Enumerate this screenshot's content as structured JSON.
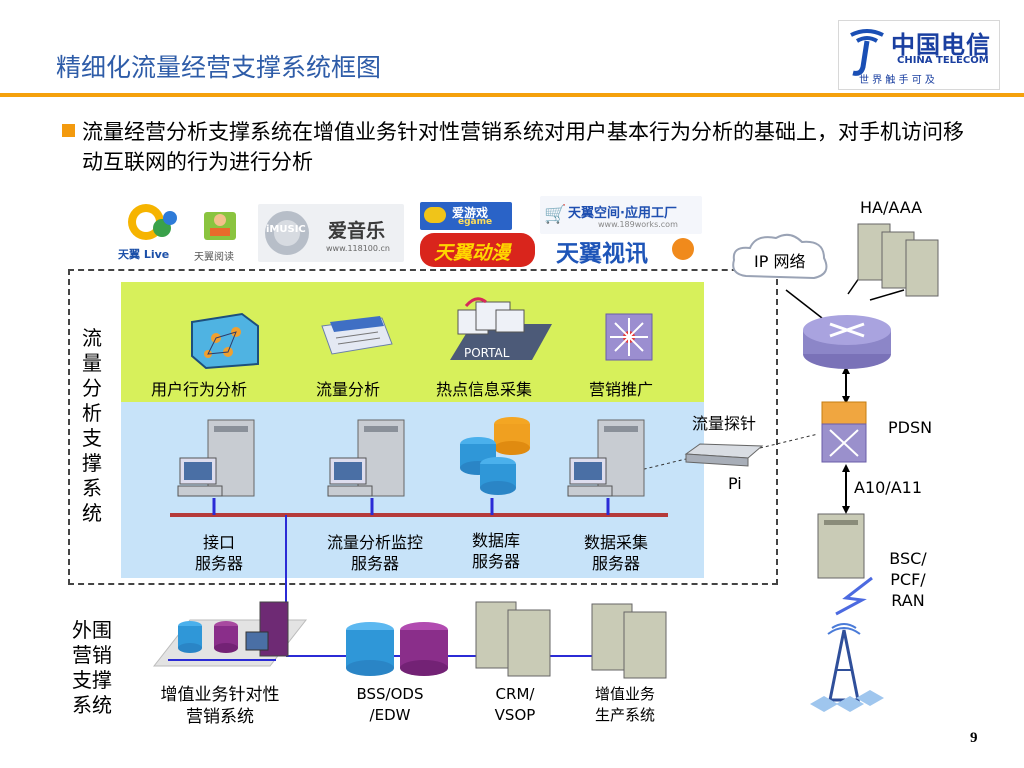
{
  "title": "精细化流量经营支撑系统框图",
  "logo": {
    "cn": "中国电信",
    "en": "CHINA TELECOM",
    "slogan": "世 界 触 手 可 及"
  },
  "bullet": "流量经营分析支撑系统在增值业务针对性营销系统对用户基本行为分析的基础上，对手机访问移动互联网的行为进行分析",
  "apps": {
    "tianyi_live": "天翼 Live",
    "tianyi_read": "天翼阅读",
    "imusic_brand": "iMUSIC",
    "imusic": "爱音乐",
    "imusic_url": "www.118100.cn",
    "game": "爱游戏",
    "game_en": "egame",
    "anim": "天翼动漫",
    "space": "天翼空间·应用工厂",
    "space_url": "www.189works.com",
    "video": "天翼视讯"
  },
  "system_label": "流量分析支撑系统",
  "functions": [
    "用户行为分析",
    "流量分析",
    "热点信息采集",
    "营销推广"
  ],
  "portal": "PORTAL",
  "servers": [
    {
      "line1": "接口",
      "line2": "服务器"
    },
    {
      "line1": "流量分析监控",
      "line2": "服务器"
    },
    {
      "line1": "数据库",
      "line2": "服务器"
    },
    {
      "line1": "数据采集",
      "line2": "服务器"
    }
  ],
  "probe": "流量探针",
  "pi": "Pi",
  "ip_network": "IP 网络",
  "ha_aaa": "HA/AAA",
  "pdsn": "PDSN",
  "a10": "A10/A11",
  "bsc": [
    "BSC/",
    "PCF/",
    "RAN"
  ],
  "periph_label": "外围营销支撑系统",
  "periph": {
    "vas_line1": "增值业务针对性",
    "vas_line2": "营销系统",
    "bss_line1": "BSS/ODS",
    "bss_line2": "/EDW",
    "crm_line1": "CRM/",
    "crm_line2": "VSOP",
    "prod_line1": "增值业务",
    "prod_line2": "生产系统"
  },
  "page_number": "9",
  "colors": {
    "title": "#2e5ca8",
    "accent": "#f5a10c",
    "green_panel": "#d7f05b",
    "blue_panel": "#c7e3f9",
    "bus": "#b53a3a",
    "link": "#2b2bd6"
  }
}
